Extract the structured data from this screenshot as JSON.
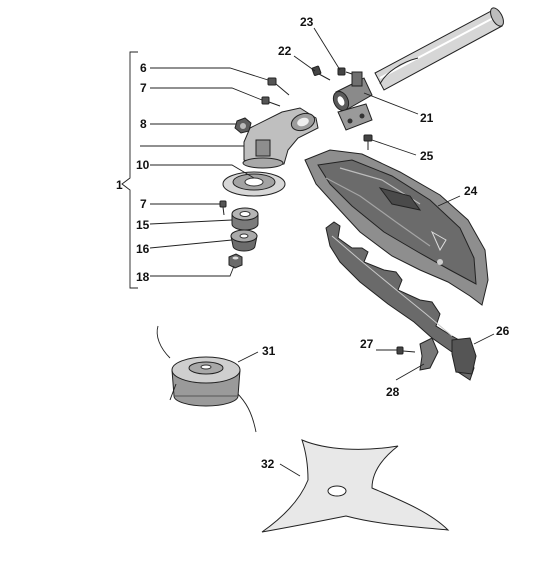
{
  "diagram": {
    "group_label": "1",
    "labels": {
      "p1": "1",
      "p6": "6",
      "p7a": "7",
      "p8": "8",
      "p10": "10",
      "p7b": "7",
      "p15": "15",
      "p16": "16",
      "p18": "18",
      "p21": "21",
      "p22": "22",
      "p23": "23",
      "p24": "24",
      "p25": "25",
      "p26": "26",
      "p27": "27",
      "p28": "28",
      "p31": "31",
      "p32": "32"
    }
  }
}
